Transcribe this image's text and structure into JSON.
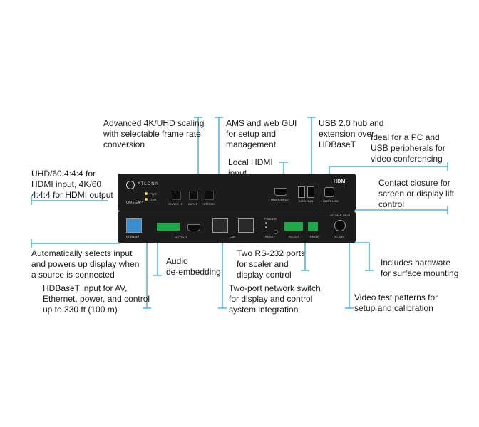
{
  "colors": {
    "leader": "#2aa7de",
    "device_body": "#1c1c1c",
    "port_green": "#1fa84a",
    "led_yellow": "#e8d33a"
  },
  "callouts": {
    "scaling": "Advanced 4K/UHD scaling\nwith selectable frame rate\nconversion",
    "ams": "AMS and web GUI\nfor setup and\nmanagement",
    "usb_hub": "USB 2.0 hub and\nextension over\nHDBaseT",
    "pc_usb": "Ideal for a PC and\nUSB peripherals for\nvideo conferencing",
    "local_hdmi": "Local HDMI\ninput",
    "uhd": "UHD/60 4:4:4 for\nHDMI input, 4K/60\n4:4:4 for HDMI output",
    "contact_closure": "Contact closure for\nscreen or display lift\ncontrol",
    "auto_select": "Automatically selects input\nand powers up display when\na source is connected",
    "audio": "Audio\nde-embedding",
    "rs232": "Two RS-232 ports\nfor scaler and\ndisplay control",
    "hardware": "Includes hardware\nfor surface mounting",
    "hdbaset": "HDBaseT input for AV,\nEthernet, power, and control\nup to 330 ft (100 m)",
    "network_switch": "Two-port network switch\nfor display and control\nsystem integration",
    "test_patterns": "Video test patterns for\nsetup and calibration"
  },
  "device_labels": {
    "brand": "ATLONA",
    "model": "OMEGA™",
    "pwr": "PWR",
    "link": "LINK",
    "device_ip": "DEVICE IP",
    "input": "INPUT",
    "pattern": "PATTERN",
    "hdmi_input": "HDMI INPUT",
    "usb_hub": "USB HUB",
    "host_usb": "HOST USB",
    "hdmi_logo": "HDMI",
    "hdbaset": "HDBaseT",
    "output": "OUTPUT",
    "lan": "LAN",
    "ip_mode": "IP MODE",
    "reset": "RESET",
    "rs232": "RS-232",
    "relay": "RELAY",
    "part_number": "AT-OME-SR21",
    "dc": "DC 24V"
  }
}
